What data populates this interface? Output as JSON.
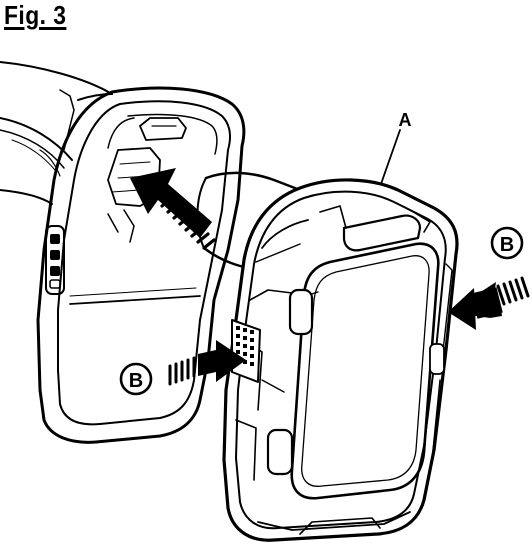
{
  "figure": {
    "title": "Fig. 3"
  },
  "callouts": {
    "part_a": "A",
    "arrow_b_right": "B",
    "arrow_b_left": "B"
  },
  "colors": {
    "line": "#000000",
    "paper": "#ffffff",
    "shade": "#e9e9e9"
  }
}
